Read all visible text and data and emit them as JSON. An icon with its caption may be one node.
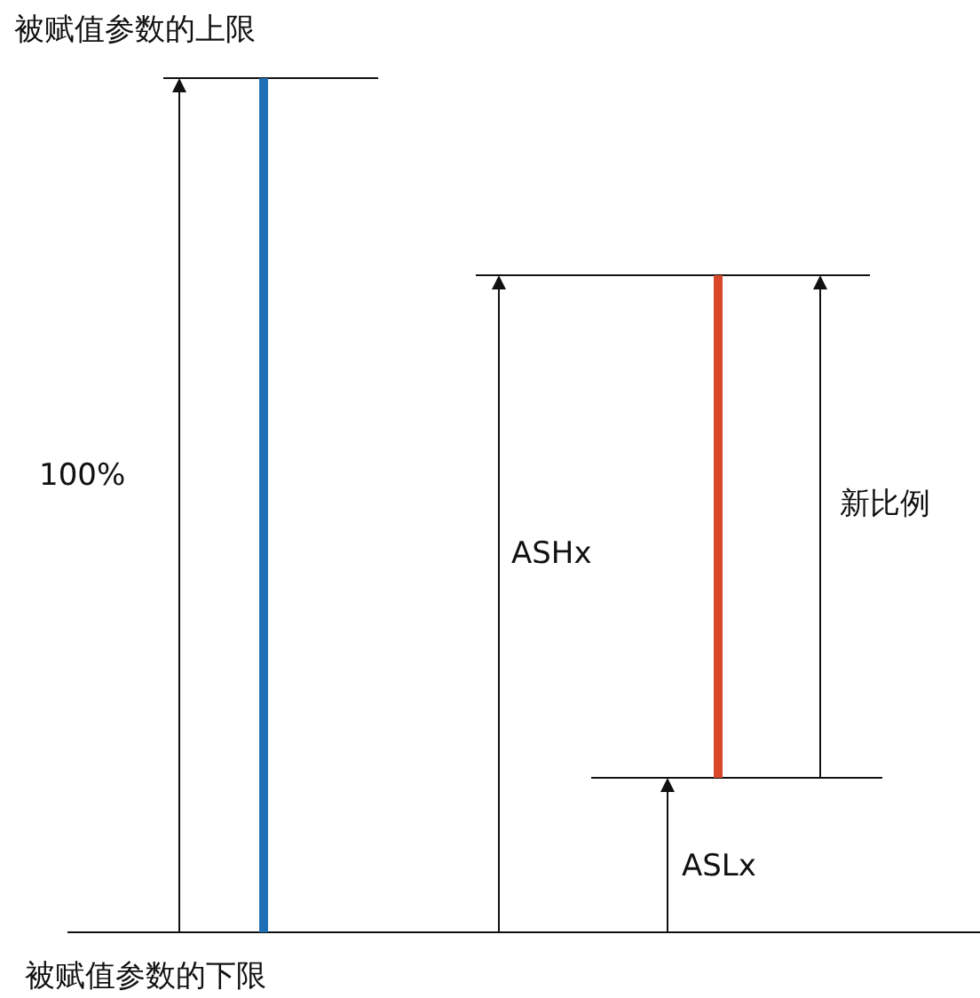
{
  "diagram": {
    "labels": [
      "被赋值参数的上限",
      "100%",
      "ASHx",
      "新比例",
      "ASLx",
      "被赋值参数的下限"
    ]
  }
}
